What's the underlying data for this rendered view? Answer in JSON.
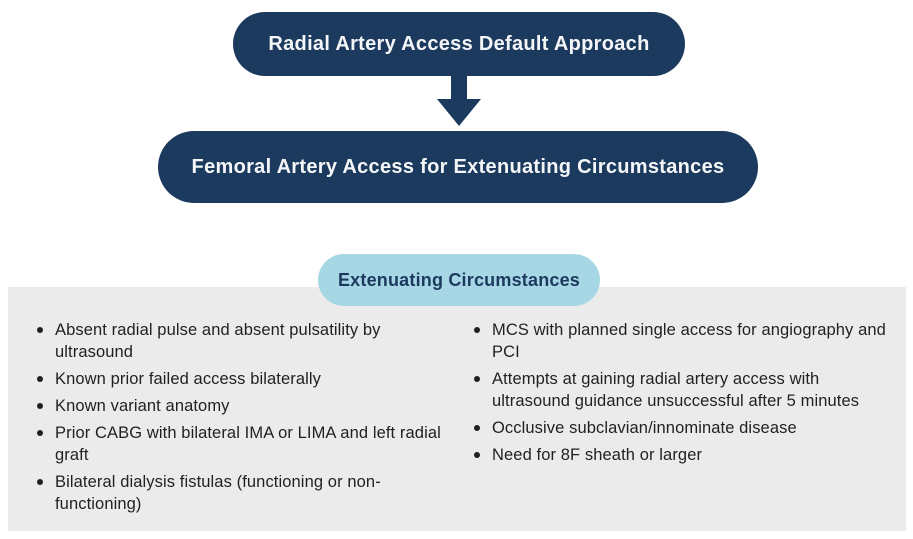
{
  "flowchart": {
    "node1": "Radial Artery Access Default Approach",
    "node2": "Femoral Artery Access for Extenuating Circumstances",
    "panel_label": "Extenuating Circumstances"
  },
  "panel": {
    "left_items": [
      "Absent radial pulse and absent pulsatility by ultrasound",
      "Known prior failed access bilaterally",
      "Known variant anatomy",
      "Prior CABG with bilateral IMA or LIMA and left radial graft",
      "Bilateral dialysis fistulas (functioning or non-functioning)"
    ],
    "right_items": [
      "MCS with planned single access for angiography and PCI",
      "Attempts at gaining radial artery access with ultrasound guidance unsuccessful after 5 minutes",
      "Occlusive subclavian/innominate disease",
      "Need for 8F sheath or larger"
    ]
  },
  "colors": {
    "navy": "#1c3a5e",
    "light_blue": "#a7d7e5",
    "panel_gray": "#ebebeb",
    "text_dark": "#231f20",
    "white": "#ffffff"
  }
}
